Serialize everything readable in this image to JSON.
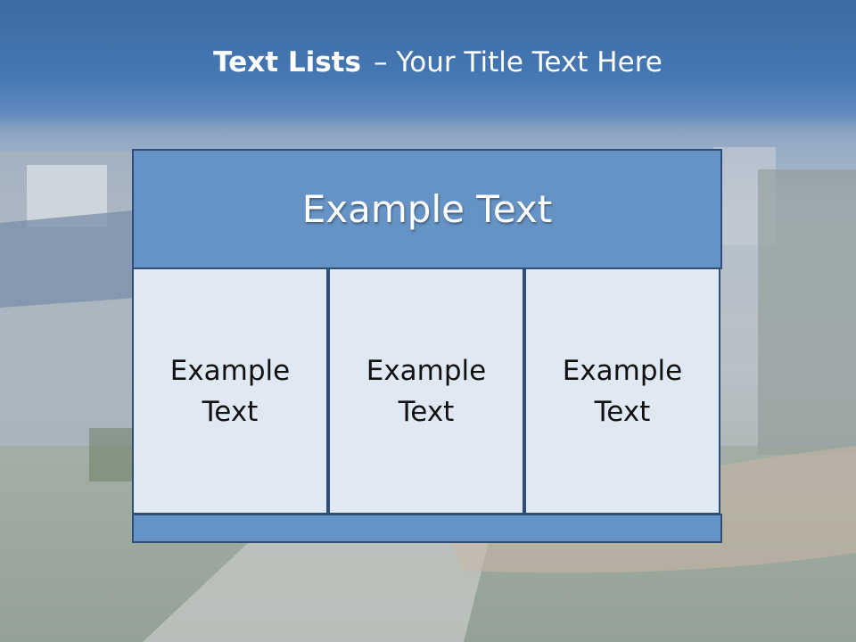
{
  "slide": {
    "title_bold": "Text Lists",
    "title_separator": "–",
    "title_rest": "Your Title Text Here"
  },
  "table": {
    "header": "Example Text",
    "columns": [
      {
        "text": "Example Text"
      },
      {
        "text": "Example Text"
      },
      {
        "text": "Example Text"
      }
    ]
  },
  "colors": {
    "header_fill": "#6593c5",
    "cell_fill": "#e0e8f3",
    "border": "#2f4f78",
    "title_band": "#4577b3"
  }
}
